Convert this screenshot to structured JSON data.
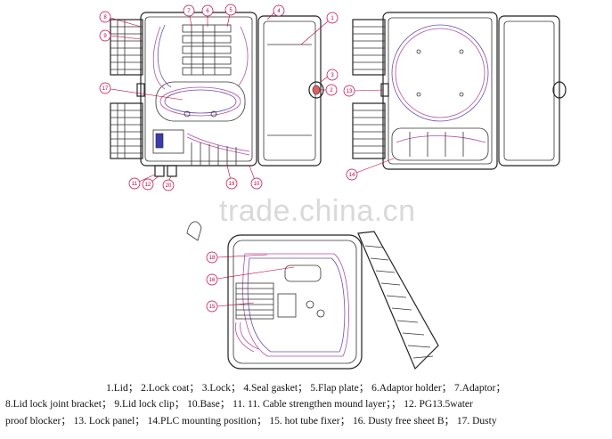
{
  "watermark": "trade.china.cn",
  "callouts": {
    "c1": "1",
    "c2": "2",
    "c3": "3",
    "c4": "4",
    "c5": "5",
    "c6": "6",
    "c7": "7",
    "c8": "8",
    "c9": "9",
    "c10": "10",
    "c11": "11",
    "c12": "12",
    "c13": "13",
    "c14": "14",
    "c15": "15",
    "c16": "16",
    "c17": "17",
    "c18": "18",
    "c19": "19",
    "c20": "20"
  },
  "caption": {
    "line1": "1.Lid； 2.Lock coat； 3.Lock； 4.Seal gasket； 5.Flap plate； 6.Adaptor holder； 7.Adaptor；",
    "line2": "8.Lid lock joint bracket； 9.Lid lock clip； 10.Base； 11.  11. Cable strengthen mound layer；； 12. PG13.5water",
    "line3": "proof blocker； 13. Lock panel； 14.PLC mounting position； 15. hot tube fixer； 16. Dusty free sheet B； 17. Dusty"
  },
  "colors": {
    "callout": "#c0003c",
    "fiber": "#6a4fb0",
    "line": "#222222"
  }
}
